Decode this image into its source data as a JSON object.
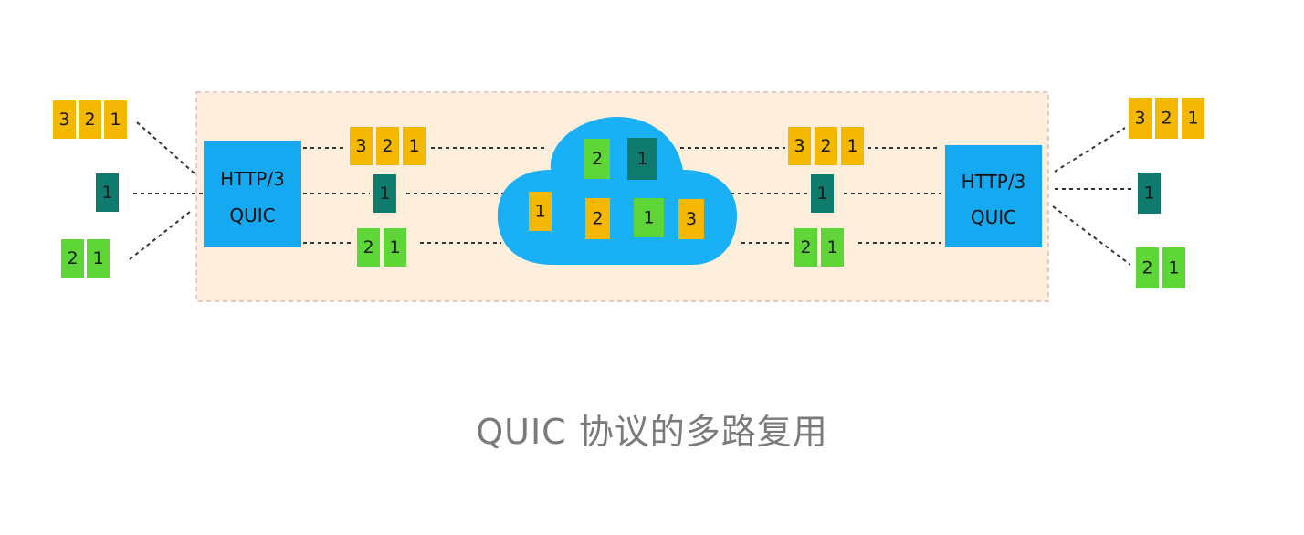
{
  "diagram": {
    "caption": "QUIC 协议的多路复用",
    "node_left": {
      "line1": "HTTP/3",
      "line2": "QUIC"
    },
    "node_right": {
      "line1": "HTTP/3",
      "line2": "QUIC"
    },
    "streams": [
      {
        "name": "stream-a",
        "color": "#f5b800",
        "packets": [
          "3",
          "2",
          "1"
        ]
      },
      {
        "name": "stream-b",
        "color": "#0f7a6e",
        "packets": [
          "1"
        ]
      },
      {
        "name": "stream-c",
        "color": "#5ed638",
        "packets": [
          "2",
          "1"
        ]
      }
    ],
    "cloud_packets": [
      {
        "label": "2",
        "stream": "stream-c"
      },
      {
        "label": "1",
        "stream": "stream-b"
      },
      {
        "label": "1",
        "stream": "stream-a"
      },
      {
        "label": "2",
        "stream": "stream-a"
      },
      {
        "label": "1",
        "stream": "stream-c"
      },
      {
        "label": "3",
        "stream": "stream-a"
      }
    ],
    "colors": {
      "yellow": "#f5b800",
      "teal": "#0f7a6e",
      "green": "#5ed638",
      "node_blue": "#14a9f0",
      "cloud_blue": "#1ab0f5",
      "band": "#fdefdc"
    }
  }
}
